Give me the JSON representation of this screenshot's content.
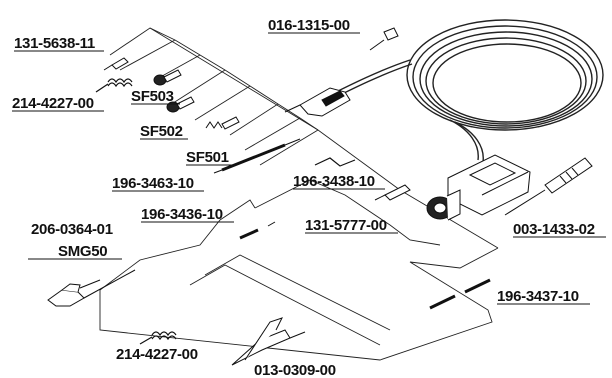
{
  "labels": {
    "tip_131_5638_11": "131-5638-11",
    "spring_214_4227_00_top": "214-4227-00",
    "sf503": "SF503",
    "sf502": "SF502",
    "sf501": "SF501",
    "cable_196_3463_10": "196-3463-10",
    "cable_196_3438_10": "196-3438-10",
    "ground_196_3436_10": "196-3436-10",
    "adapter_131_5777_00": "131-5777-00",
    "clip_206_0364_01": "206-0364-01",
    "clip_smg50": "SMG50",
    "spring_214_4227_00_bottom": "214-4227-00",
    "alligator_013_0309_00": "013-0309-00",
    "marker_016_1315_00": "016-1315-00",
    "tool_003_1433_02": "003-1433-02",
    "lead_196_3437_10": "196-3437-10"
  },
  "colors": {
    "ink": "#111111",
    "background": "#ffffff"
  }
}
